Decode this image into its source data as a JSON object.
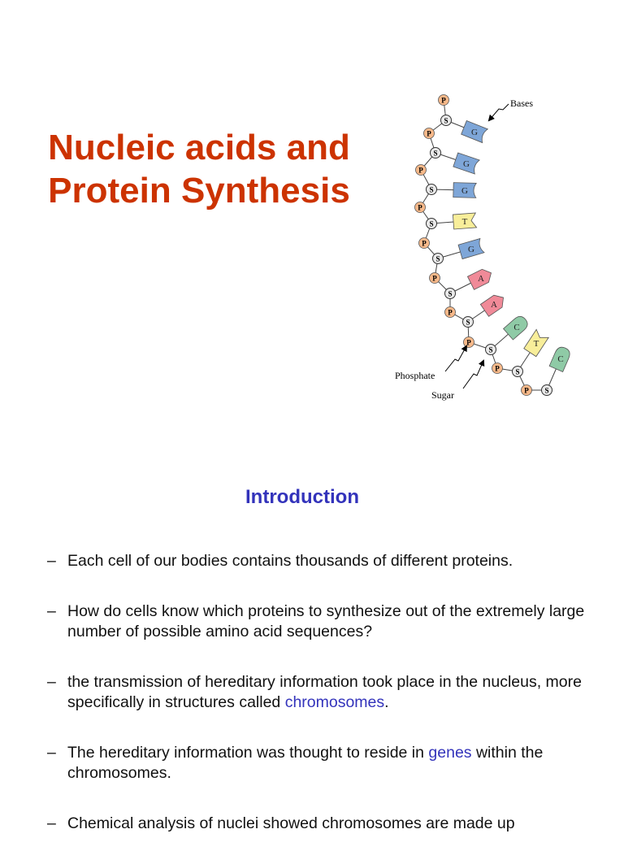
{
  "title": {
    "line1": "Nucleic acids and",
    "line2": "Protein Synthesis"
  },
  "diagram": {
    "label_bases": "Bases",
    "label_phosphate": "Phosphate",
    "label_sugar": "Sugar",
    "phosphate_symbol": "P",
    "sugar_symbol": "S",
    "bases": [
      "G",
      "G",
      "G",
      "T",
      "G",
      "A",
      "A",
      "C",
      "T",
      "C"
    ],
    "colors": {
      "phosphate": "#f7b98a",
      "sugar": "#e9e9e9",
      "G": "#7ea6d8",
      "T": "#f8ee9a",
      "A": "#f08a98",
      "C": "#8fcaa6"
    }
  },
  "heading": "Introduction",
  "bullets": [
    {
      "parts": [
        "Each cell of our bodies contains thousands of different proteins."
      ]
    },
    {
      "parts": [
        "How do cells know which proteins to synthesize out of the extremely large number of possible amino acid sequences?"
      ]
    },
    {
      "parts": [
        "the transmission of hereditary information took place in the nucleus, more specifically in structures called ",
        "chromosomes",
        "."
      ]
    },
    {
      "parts": [
        "The hereditary information was thought to reside in ",
        "genes",
        " within the chromosomes."
      ]
    },
    {
      "parts": [
        "Chemical analysis of nuclei showed chromosomes are made up"
      ]
    }
  ],
  "bullet_marker": "–",
  "accent_color": "#3333bb",
  "title_color": "#cc3300"
}
